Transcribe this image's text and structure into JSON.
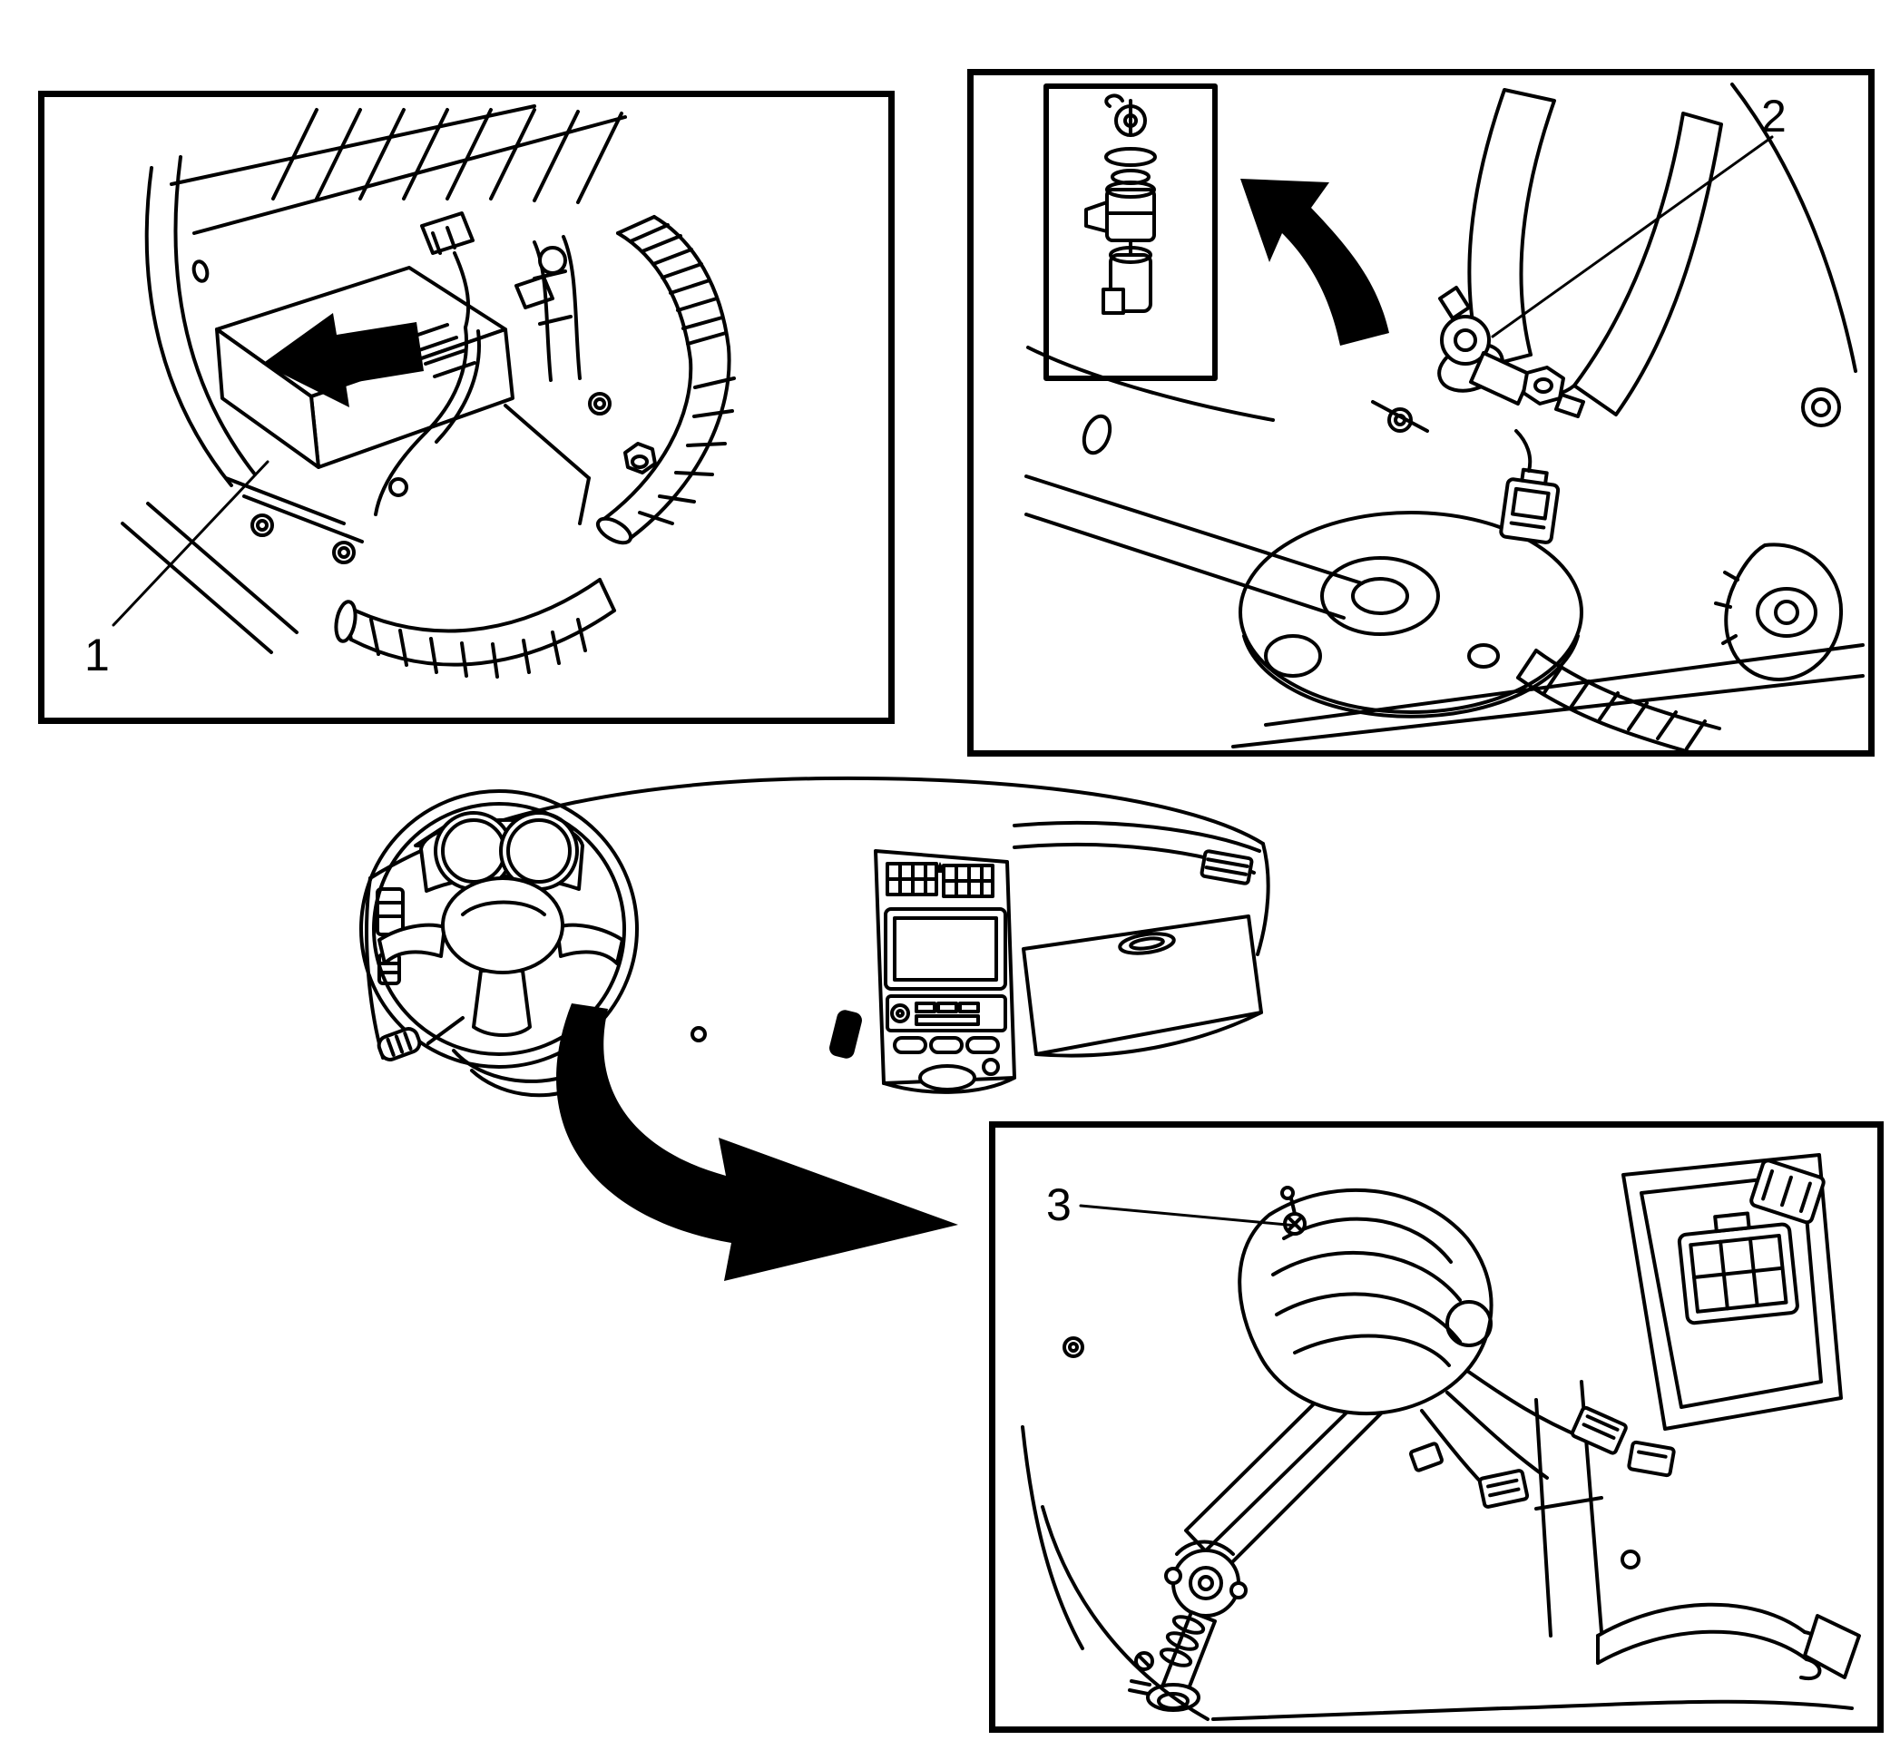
{
  "colors": {
    "ink": "#000000",
    "paper": "#ffffff"
  },
  "callouts": [
    {
      "label": "1"
    },
    {
      "label": "2"
    },
    {
      "label": "3"
    }
  ]
}
